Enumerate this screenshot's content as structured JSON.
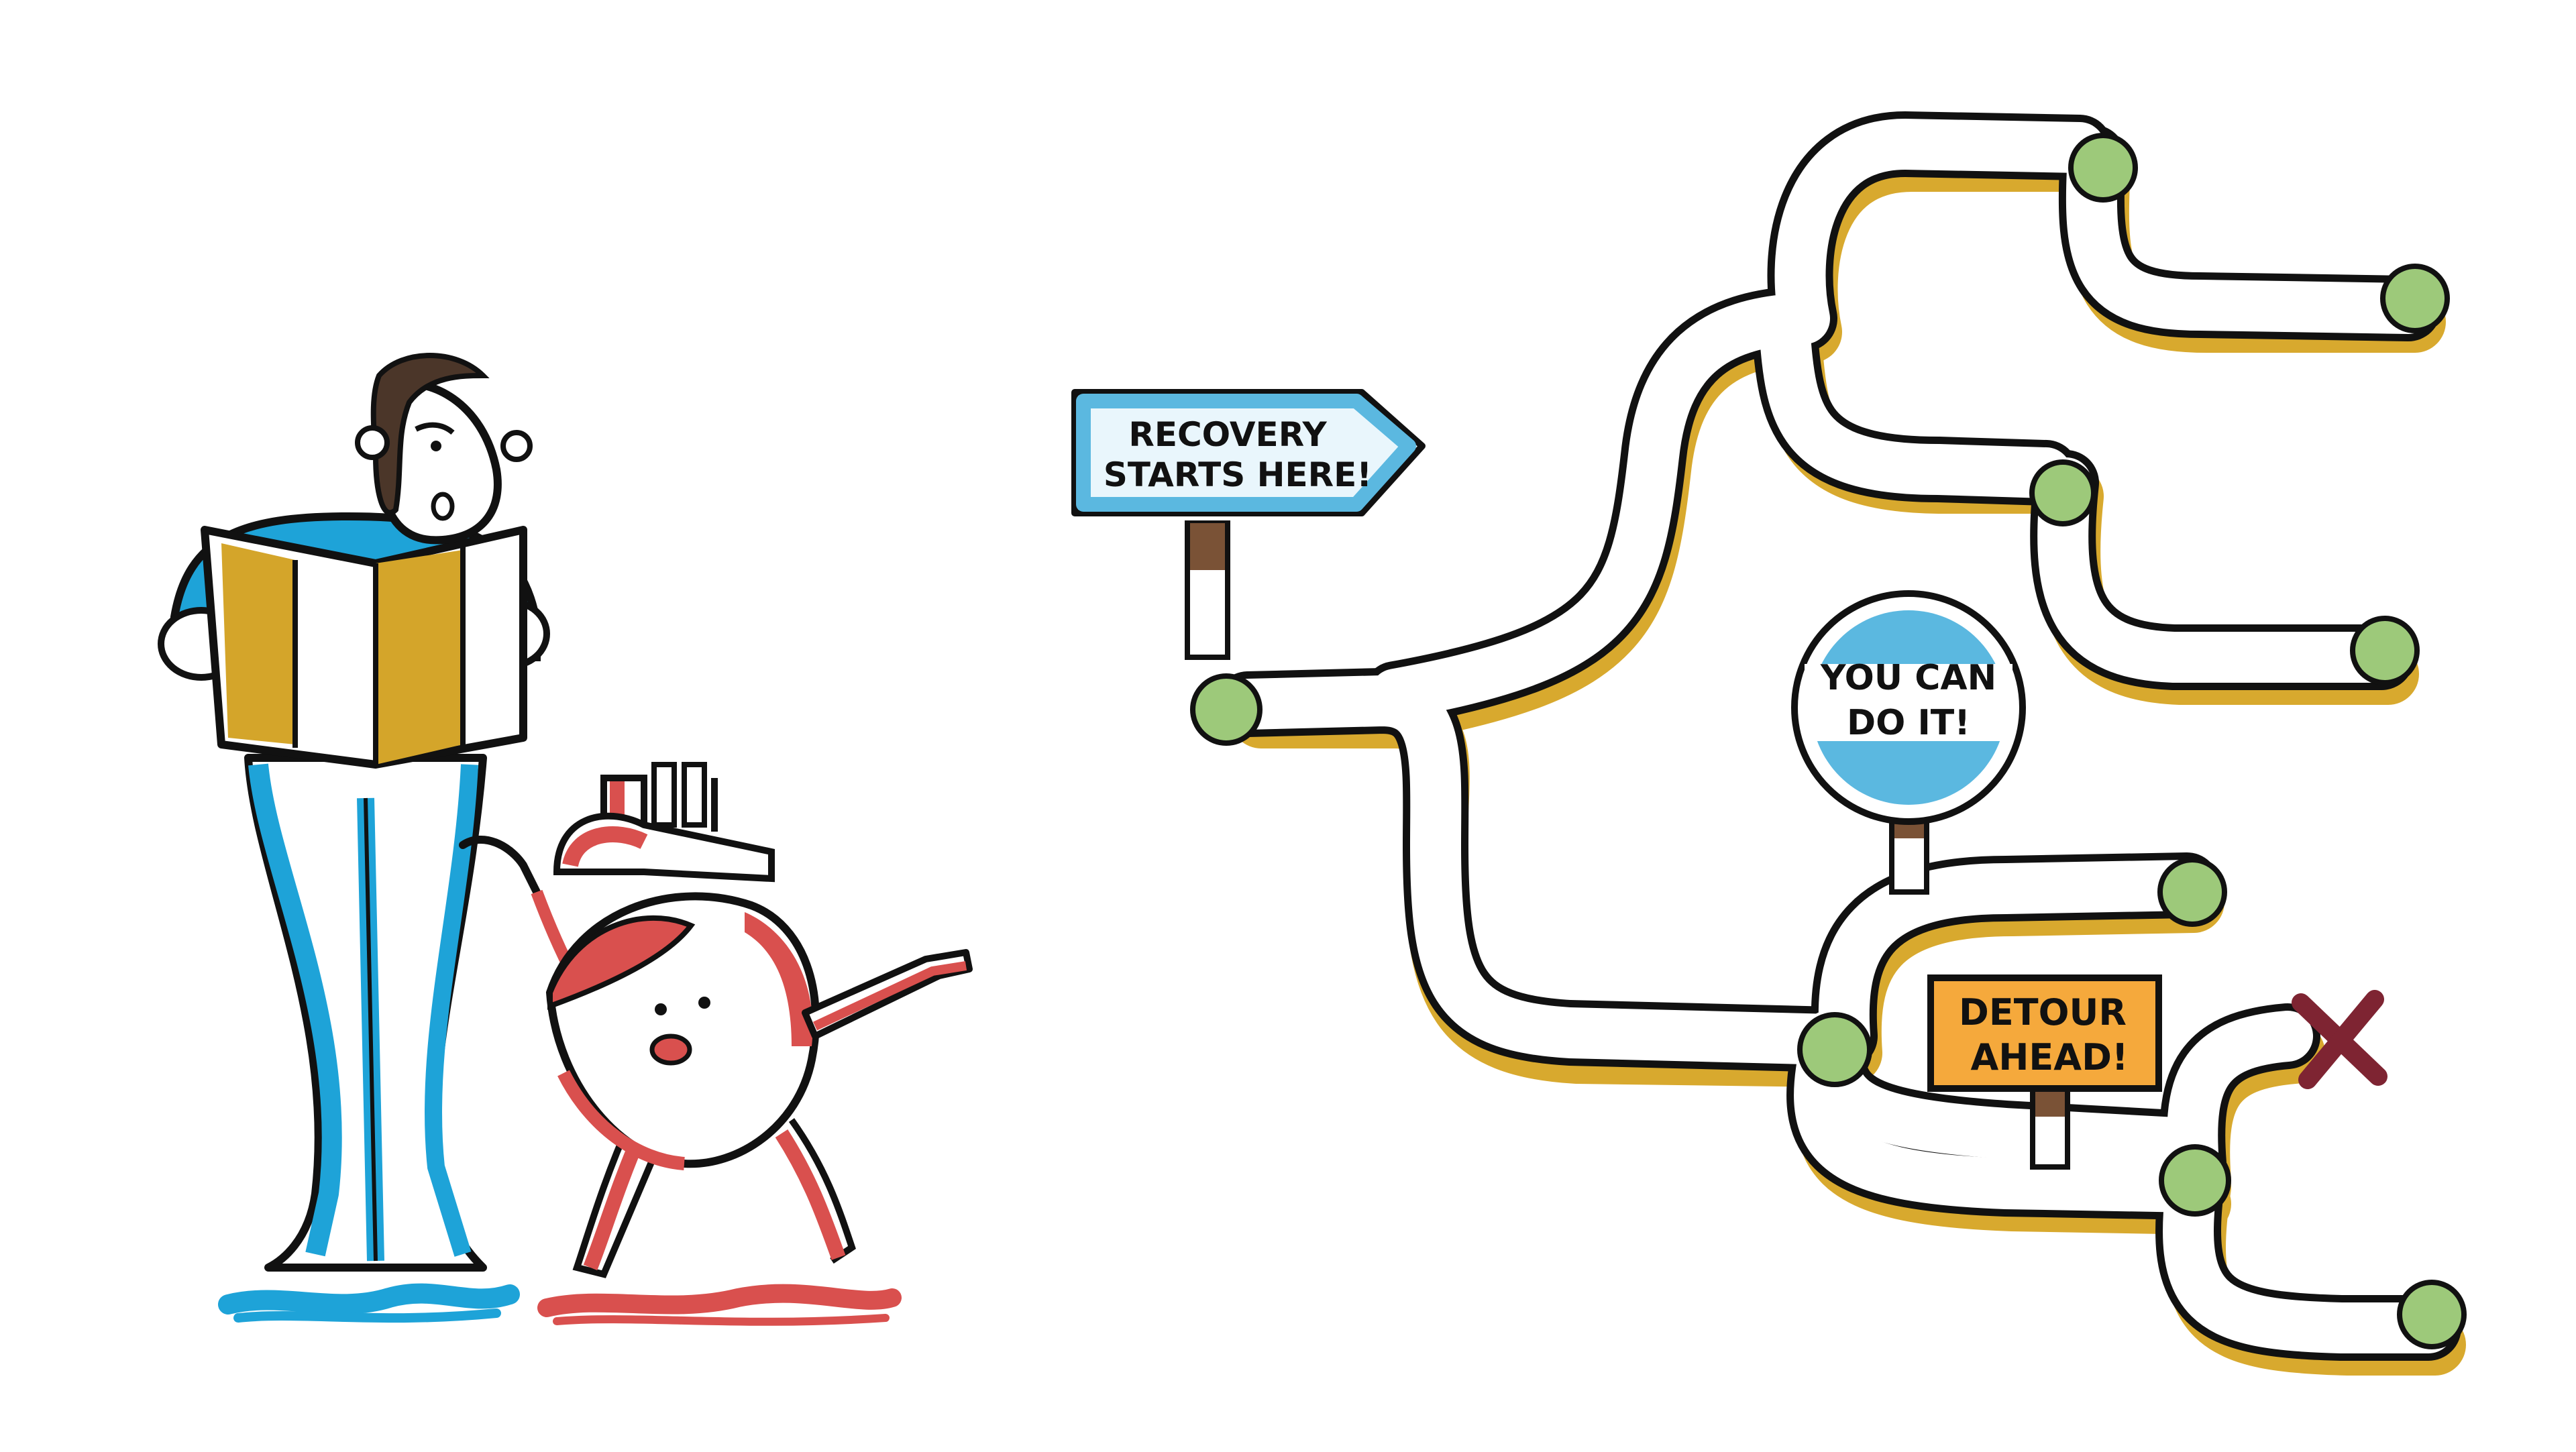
{
  "signs": {
    "recovery": {
      "line1": "RECOVERY",
      "line2": "STARTS HERE!"
    },
    "encourage": {
      "line1": "YOU CAN",
      "line2": "DO IT!"
    },
    "detour": {
      "line1": "DETOUR",
      "line2": "AHEAD!"
    }
  },
  "colors": {
    "ink": "#111111",
    "road_shadow": "#d8a92e",
    "node_green": "#9dc97a",
    "sign_blue": "#5bb8e0",
    "sign_blue_light": "#e9f6fc",
    "detour_orange": "#f5a93c",
    "post_brown": "#7a5236",
    "person_blue": "#1ea3d8",
    "map_gold": "#d4a52a",
    "heart_red": "#d9504e",
    "blocked_x": "#7e2432"
  },
  "icons": {
    "person": "person-reading-map-icon",
    "heart": "heart-character-pointing-icon",
    "blocked": "x-mark-icon"
  }
}
